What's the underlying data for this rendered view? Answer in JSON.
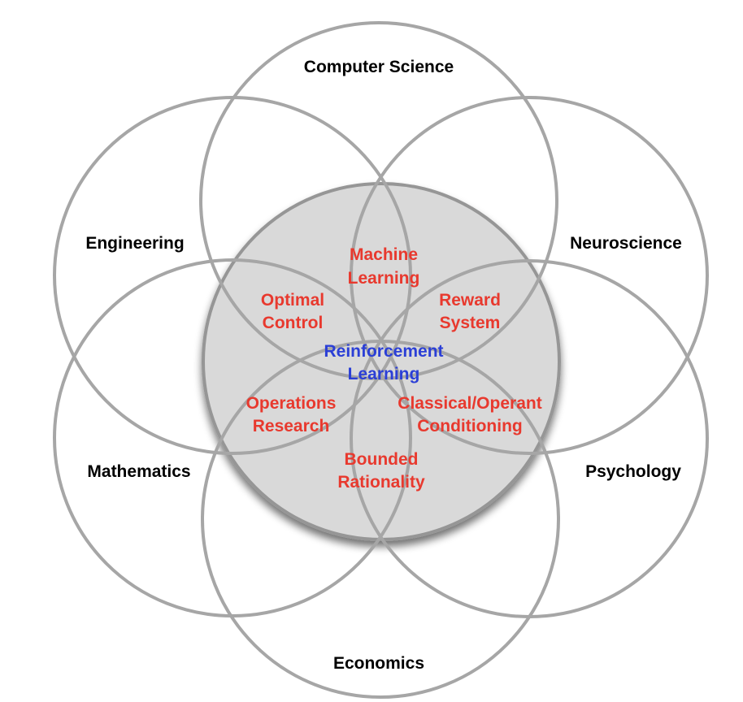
{
  "colors": {
    "outer_stroke": "#a6a6a6",
    "center_fill": "#d9d9d9",
    "center_stroke": "#969696",
    "field_text": "#000000",
    "overlap_text": "#e8392e",
    "center_text": "#2b3fd6"
  },
  "fields": {
    "computer_science": "Computer Science",
    "neuroscience": "Neuroscience",
    "psychology": "Psychology",
    "economics": "Economics",
    "mathematics": "Mathematics",
    "engineering": "Engineering"
  },
  "overlaps": {
    "machine_learning": [
      "Machine",
      "Learning"
    ],
    "reward_system": [
      "Reward",
      "System"
    ],
    "classical_operant": [
      "Classical/Operant",
      "Conditioning"
    ],
    "bounded_rationality": [
      "Bounded",
      "Rationality"
    ],
    "operations_research": [
      "Operations",
      "Research"
    ],
    "optimal_control": [
      "Optimal",
      "Control"
    ]
  },
  "center": [
    "Reinforcement",
    "Learning"
  ]
}
